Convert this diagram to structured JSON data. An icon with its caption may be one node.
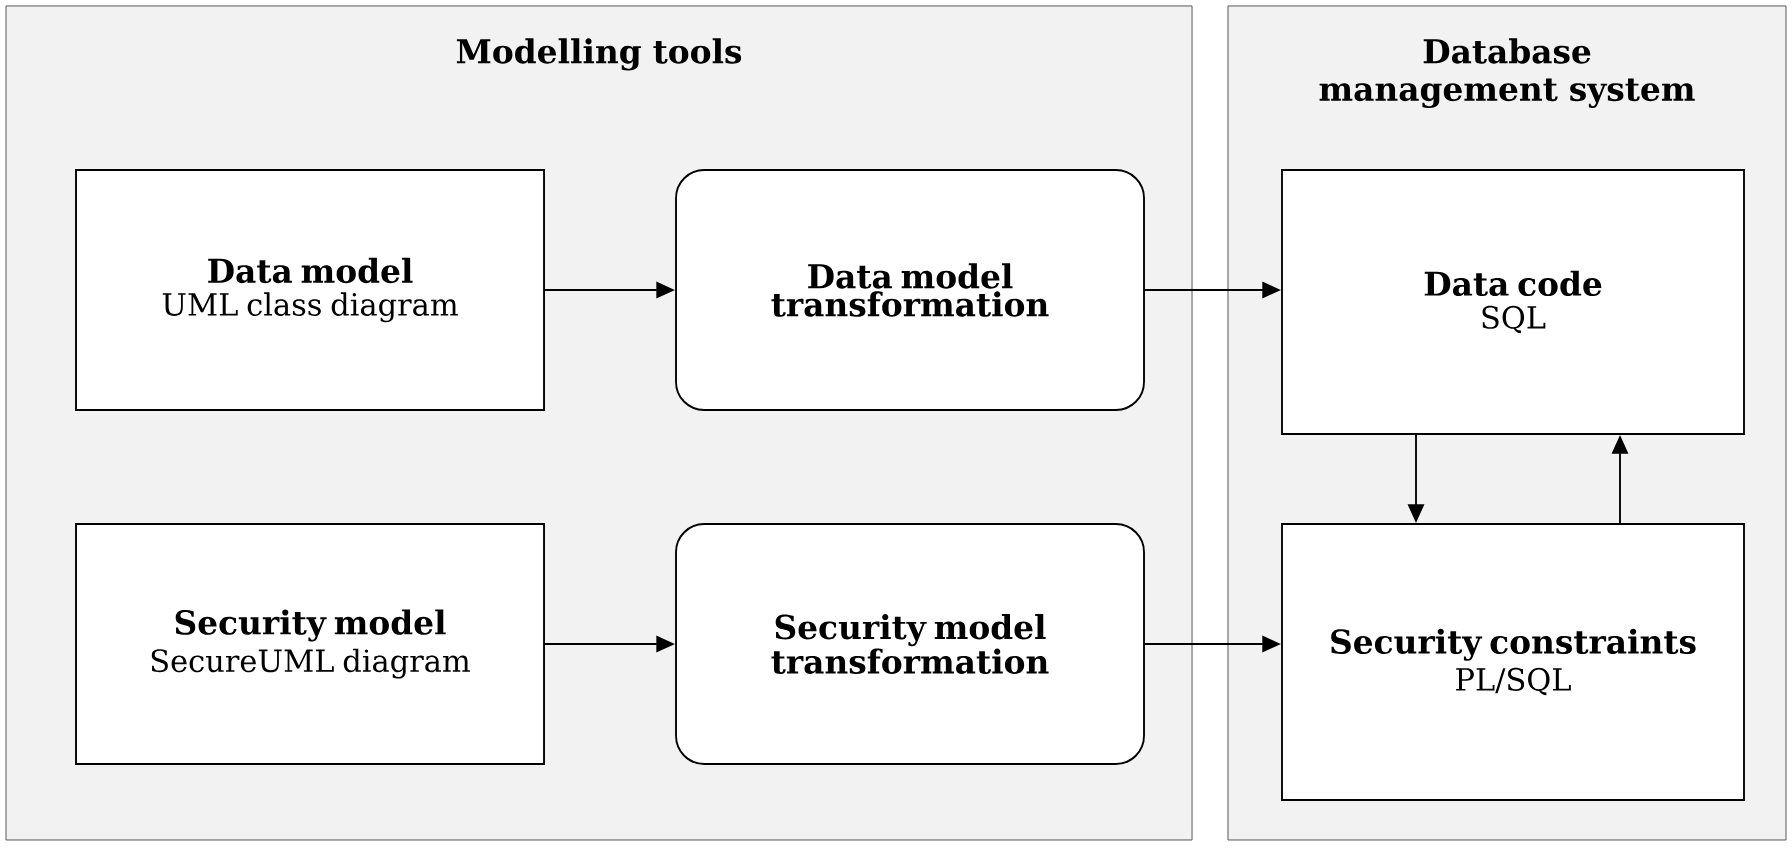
{
  "diagram": {
    "nodes": [
      {
        "text": [
          "Modelling tools"
        ]
      },
      {
        "text": [
          "Database management system"
        ]
      },
      {
        "text": [
          "Data model",
          "UML class diagram"
        ],
        "in": 0
      },
      {
        "text": [
          "Data model transformation"
        ],
        "in": 0
      },
      {
        "text": [
          "Security model",
          "SecureUML diagram"
        ],
        "in": 0
      },
      {
        "text": [
          "Security model transformation"
        ],
        "in": 0
      },
      {
        "text": [
          "Data code",
          "SQL"
        ],
        "in": 1
      },
      {
        "text": [
          "Security constraints",
          "PL/SQL"
        ],
        "in": 1
      }
    ],
    "edges": [
      {
        "from": 2,
        "to": 3,
        "arrow": "to"
      },
      {
        "from": 3,
        "to": 6,
        "arrow": "to"
      },
      {
        "from": 4,
        "to": 5,
        "arrow": "to"
      },
      {
        "from": 5,
        "to": 7,
        "arrow": "to"
      },
      {
        "from": 6,
        "to": 7,
        "arrow": "to"
      },
      {
        "from": 7,
        "to": 6,
        "arrow": "to"
      }
    ]
  }
}
